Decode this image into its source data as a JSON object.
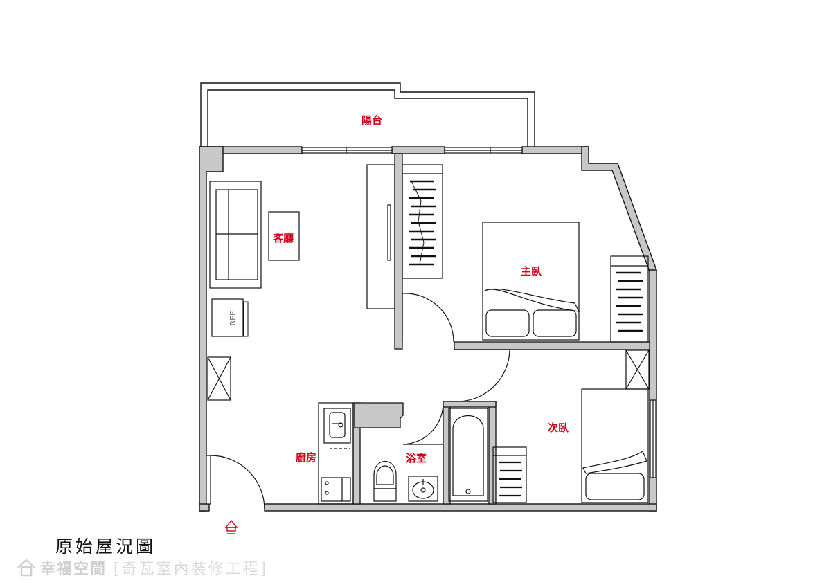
{
  "rooms": {
    "balcony": "陽台",
    "living_room": "客廳",
    "master_bedroom": "主臥",
    "second_bedroom": "次臥",
    "kitchen": "廚房",
    "bathroom": "浴室"
  },
  "appliance": {
    "fridge": "REF"
  },
  "caption": "原始屋況圖",
  "watermark": {
    "brand": "幸福空間",
    "company": "[奇瓦室內裝修工程]"
  },
  "colors": {
    "wall_fill": "#c8c8c8",
    "line": "#111111",
    "label": "#d0021b",
    "watermark": "#d6d6d6"
  },
  "icons": {
    "entrance": "entrance-arrow-icon",
    "watermark": "house-icon"
  }
}
